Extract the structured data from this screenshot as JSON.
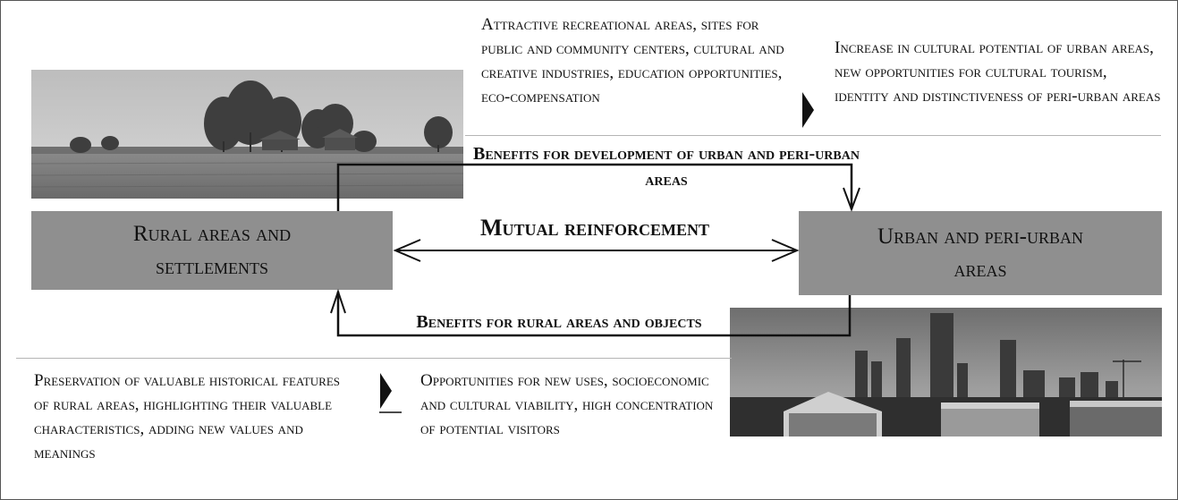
{
  "top_left_text": "Attractive recreational areas, sites for public and community centers, cultural and creative industries, education opportunities, eco-compensation",
  "top_right_text": "Increase in cultural potential of urban areas, new opportunities for cultural tourism, identity and distinctiveness of peri-urban areas",
  "benefits_urban_label": "Benefits for development of urban and peri-urban areas",
  "mutual_label": "Mutual reinforcement",
  "rural_box_label": "Rural areas and settlements",
  "urban_box_label": "Urban and peri-urban areas",
  "benefits_rural_label": "Benefits for rural areas and objects",
  "bottom_left_text": "Preservation of valuable historical features of rural areas, highlighting their valuable characteristics, adding new values and meanings",
  "bottom_right_text": "Opportunities for new uses, socioeconomic and cultural viability, high concentration of potential visitors",
  "colors": {
    "box_fill": "#8f8f8f",
    "arrow": "#111111",
    "rule": "#b5b5b5"
  }
}
